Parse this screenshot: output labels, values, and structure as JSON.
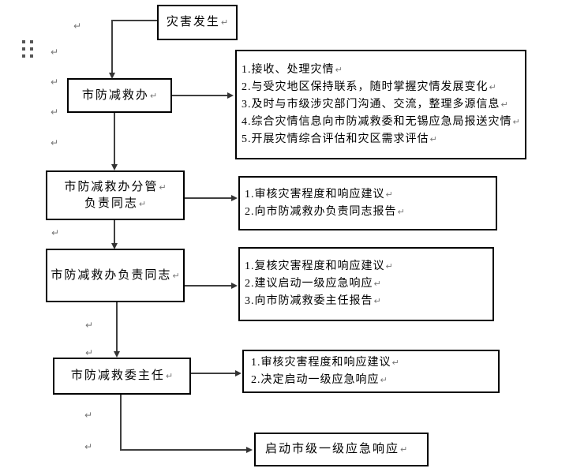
{
  "document": {
    "background": "#ffffff",
    "text_color": "#000000",
    "border_color": "#000000",
    "line_color": "#3f3f3f",
    "mark_color": "#777777"
  },
  "marks": {
    "pilcrow": "↵"
  },
  "flow": {
    "nodes": [
      {
        "label": "灾害发生"
      },
      {
        "label": "市防减救办"
      },
      {
        "lines": [
          "市防减救办分管",
          "负责同志"
        ]
      },
      {
        "label": "市防减救办负责同志"
      },
      {
        "label": "市防减救委主任"
      },
      {
        "label": "启动市级一级应急响应"
      }
    ],
    "details": [
      {
        "items": [
          "1.接收、处理灾情",
          "2.与受灾地区保持联系，随时掌握灾情发展变化",
          "3.及时与市级涉灾部门沟通、交流，整理多源信息",
          "4.综合灾情信息向市防减救委和无锡应急局报送灾情",
          "5.开展灾情综合评估和灾区需求评估"
        ]
      },
      {
        "items": [
          "1.审核灾害程度和响应建议",
          "2.向市防减救办负责同志报告"
        ]
      },
      {
        "items": [
          "1.复核灾害程度和响应建议",
          "2.建议启动一级应急响应",
          "3.向市防减救委主任报告"
        ]
      },
      {
        "items": [
          "1.审核灾害程度和响应建议",
          "2.决定启动一级应急响应"
        ]
      }
    ]
  }
}
